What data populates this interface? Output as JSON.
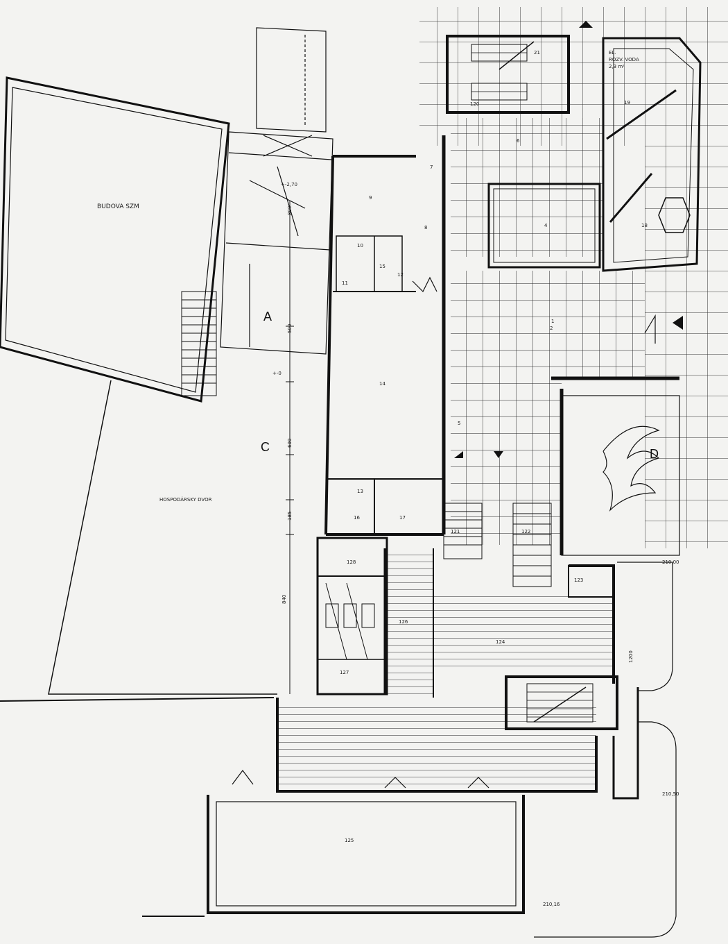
{
  "labels": {
    "budova": "BUDOVA SZM",
    "dvor": "HOSPODÁRSKY DVOR",
    "section_a": "A",
    "section_c": "C",
    "section_d": "D",
    "el_box": "EL.",
    "el_sub": "ROZV. VODA",
    "el_area": "2,3 m²"
  },
  "rooms": [
    "1",
    "2",
    "4",
    "5",
    "6",
    "7",
    "8",
    "9",
    "10",
    "11",
    "12",
    "13",
    "14",
    "15",
    "16",
    "17",
    "18",
    "19",
    "21",
    "120",
    "121",
    "122",
    "123",
    "124",
    "125",
    "126",
    "127",
    "128"
  ],
  "dimensions": {
    "d1": "800",
    "d2": "500",
    "d3": "600",
    "d4": "185",
    "d5": "840",
    "d6": "1200"
  },
  "levels": {
    "l1": "+-2,70",
    "l2": "+-0",
    "l3": "210,00",
    "l4": "210,50",
    "l5": "210,16"
  }
}
